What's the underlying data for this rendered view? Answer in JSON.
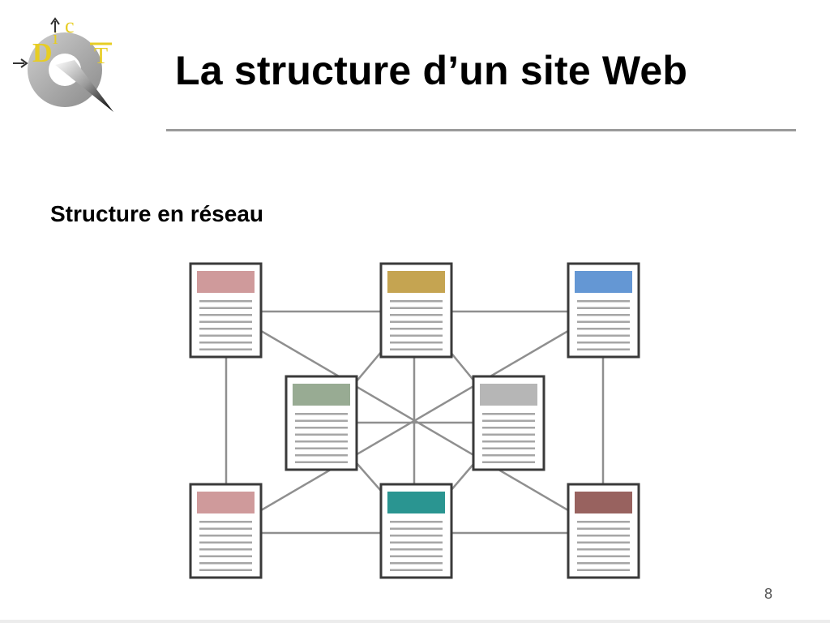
{
  "slide": {
    "title": "La structure d’un site Web",
    "subtitle": "Structure en réseau",
    "page_number": "8"
  },
  "logo": {
    "letters": [
      "D",
      "i",
      "c",
      "T"
    ],
    "description_icons": [
      "up-arrow-icon",
      "right-arrow-icon"
    ]
  },
  "diagram": {
    "node_header_colors": {
      "top-left": "#cf9a9b",
      "top-center": "#c5a451",
      "top-right": "#6497d4",
      "mid-left": "#98ab93",
      "mid-right": "#b6b6b6",
      "bottom-left": "#cf9a9b",
      "bottom-center": "#2a9591",
      "bottom-right": "#98625f"
    }
  }
}
